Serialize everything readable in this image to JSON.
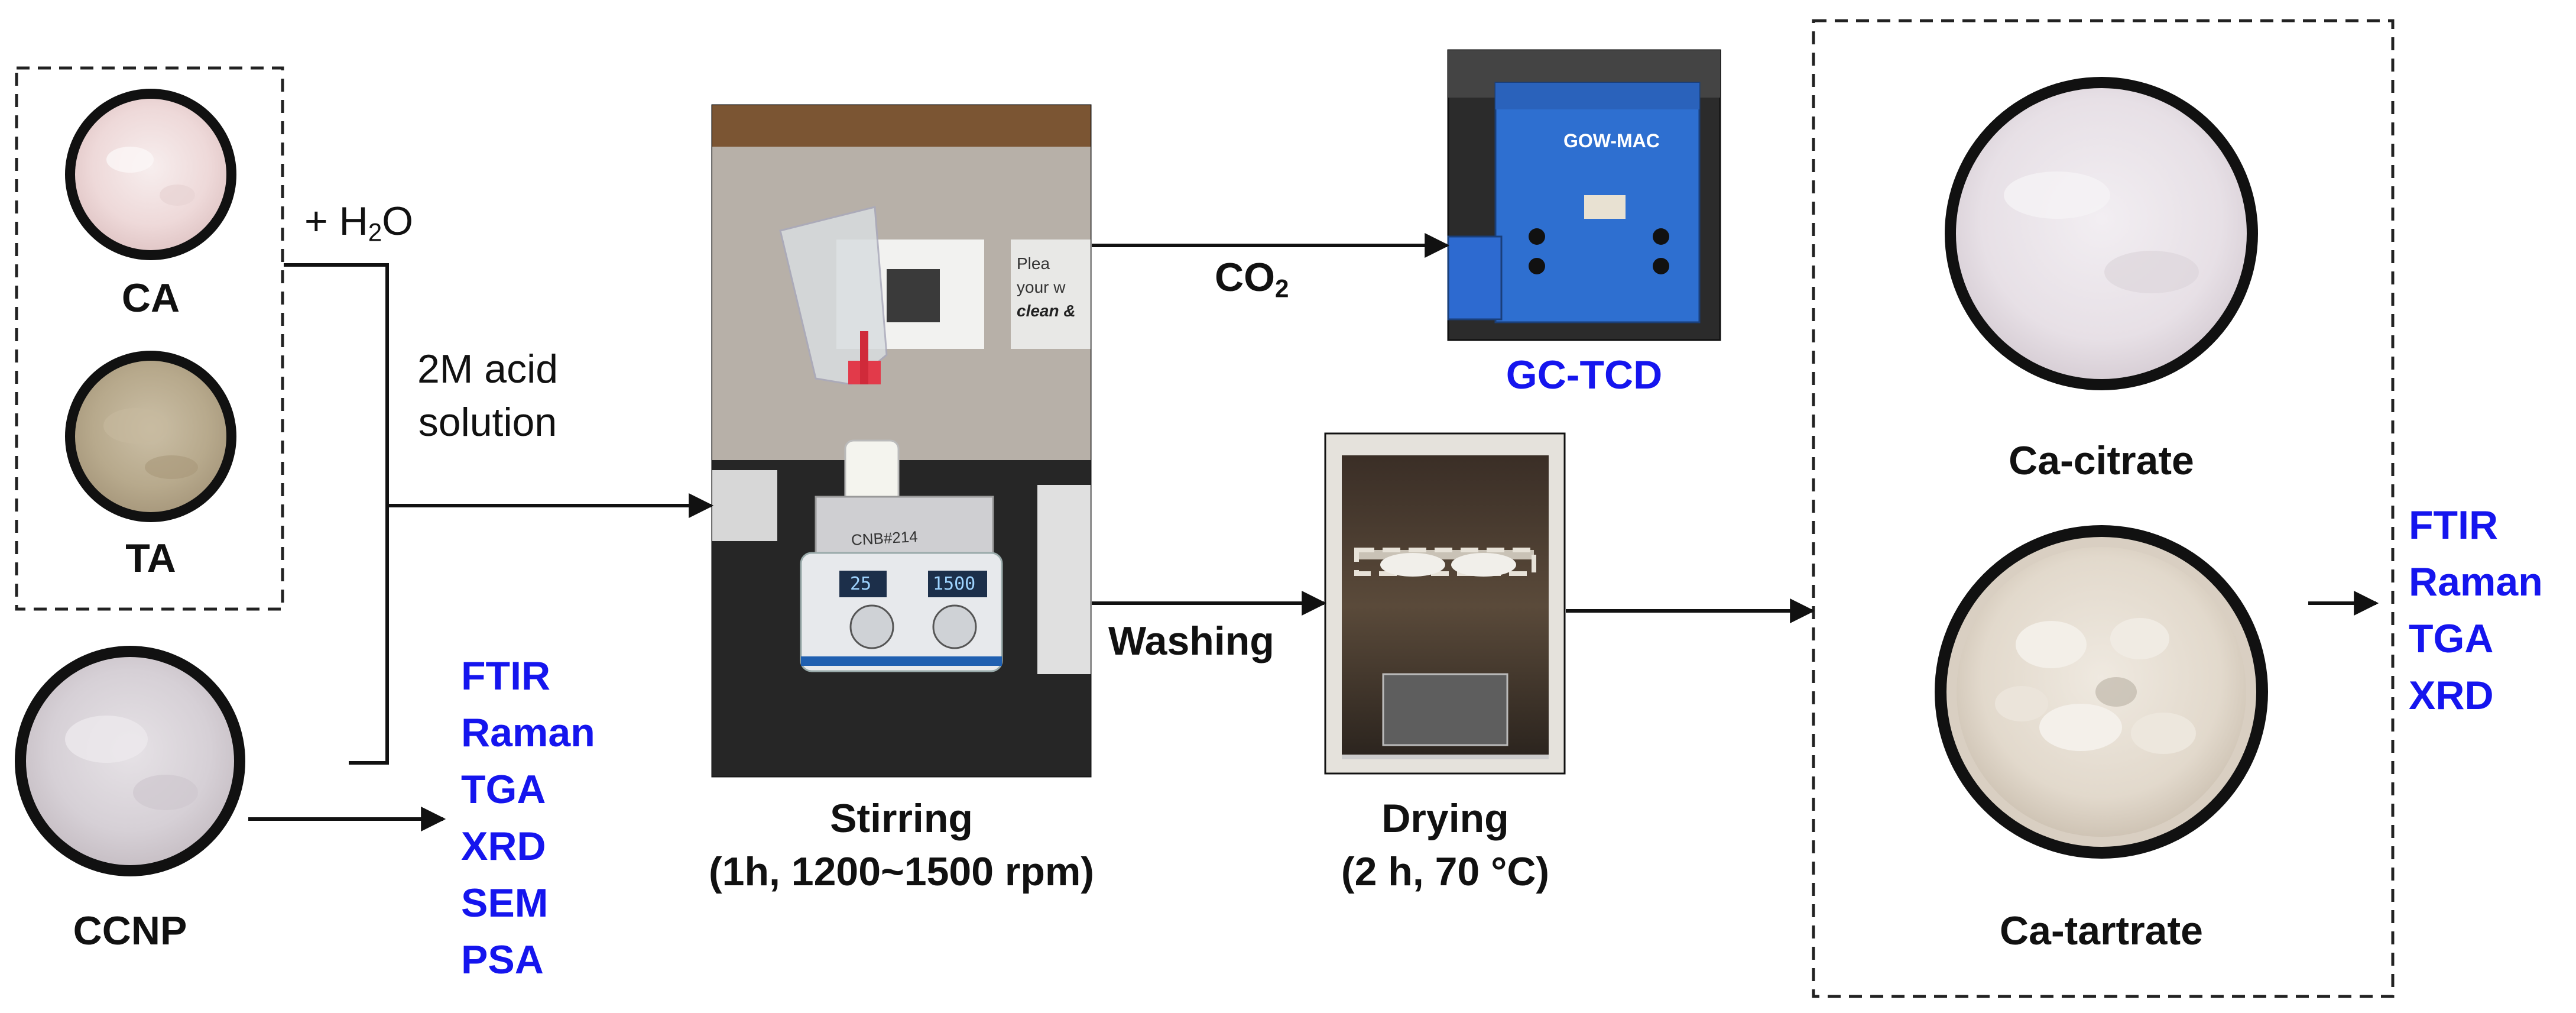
{
  "materials": {
    "ca_label": "CA",
    "ta_label": "TA",
    "ccnp_label": "CCNP"
  },
  "water_prefix": "+ H",
  "water_sub": "2",
  "water_suffix": "O",
  "acid_line1": "2M acid",
  "acid_line2": "solution",
  "co2_text": "CO",
  "co2_sub": "2",
  "gc_tcd_label": "GC-TCD",
  "washing_label": "Washing",
  "stirring": {
    "title": "Stirring",
    "detail": "(1h, 1200~1500 rpm)"
  },
  "drying": {
    "title": "Drying",
    "detail": "(2 h, 70 °C)"
  },
  "products": {
    "citrate": "Ca-citrate",
    "tartrate": "Ca-tartrate"
  },
  "ccnp_analyses": [
    "FTIR",
    "Raman",
    "TGA",
    "XRD",
    "SEM",
    "PSA"
  ],
  "product_analyses": [
    "FTIR",
    "Raman",
    "TGA",
    "XRD"
  ],
  "photo_text": {
    "bottle_label": "CNB#214",
    "display_left": "25",
    "display_right": "1500",
    "sign_line1": "Plea",
    "sign_line2": "your w",
    "sign_line3": "clean &",
    "gow_mac": "GOW-MAC"
  },
  "colors": {
    "analysis_blue": "#1515ee",
    "text": "#111111"
  }
}
